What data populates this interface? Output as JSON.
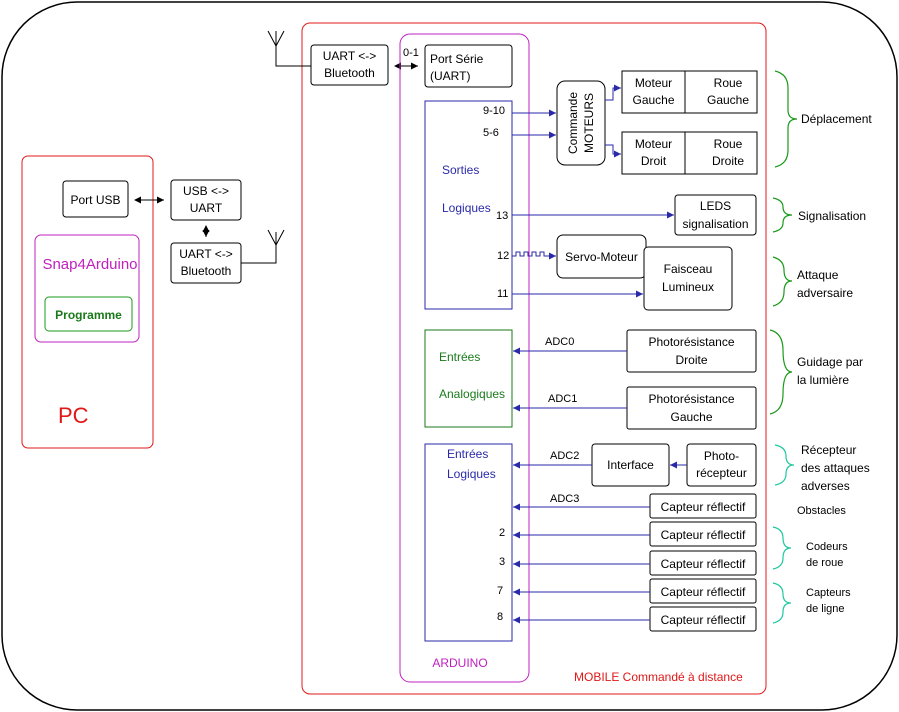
{
  "pc": {
    "title": "PC",
    "port_usb": "Port USB",
    "usb_uart": [
      "USB <->",
      "UART"
    ],
    "uart_bt": [
      "UART <->",
      "Bluetooth"
    ],
    "snap": "Snap4Arduino",
    "programme": "Programme"
  },
  "mobile": {
    "caption": "MOBILE Commandé à distance",
    "uart_bt": [
      "UART <->",
      "Bluetooth"
    ],
    "port_serie": [
      "Port Série",
      "(UART)"
    ],
    "pins_01": "0-1"
  },
  "arduino": {
    "caption": "ARDUINO",
    "sorties": [
      "Sorties",
      "Logiques"
    ],
    "entrees_ana": [
      "Entrées",
      "Analogiques"
    ],
    "entrees_log": [
      "Entrées",
      "Logiques"
    ],
    "pins": {
      "p910": "9-10",
      "p56": "5-6",
      "p13": "13",
      "p12": "12",
      "p11": "11",
      "adc0": "ADC0",
      "adc1": "ADC1",
      "adc2": "ADC2",
      "adc3": "ADC3",
      "p2": "2",
      "p3": "3",
      "p7": "7",
      "p8": "8"
    }
  },
  "components": {
    "commande": [
      "Commande",
      "MOTEURS"
    ],
    "moteur_g": [
      "Moteur",
      "Gauche"
    ],
    "roue_g": [
      "Roue",
      "Gauche"
    ],
    "moteur_d": [
      "Moteur",
      "Droit"
    ],
    "roue_d": [
      "Roue",
      "Droite"
    ],
    "leds": [
      "LEDS",
      "signalisation"
    ],
    "servo": "Servo-Moteur",
    "faisceau": [
      "Faisceau",
      "Lumineux"
    ],
    "photo_d": [
      "Photorésistance",
      "Droite"
    ],
    "photo_g": [
      "Photorésistance",
      "Gauche"
    ],
    "interface": "Interface",
    "photo_rec": [
      "Photo-",
      "récepteur"
    ],
    "capteur": "Capteur réflectif"
  },
  "groups": {
    "deplacement": "Déplacement",
    "signalisation": "Signalisation",
    "attaque": [
      "Attaque",
      "adversaire"
    ],
    "guidage": [
      "Guidage par",
      "la lumière"
    ],
    "recepteur": [
      "Récepteur",
      "des attaques",
      "adverses"
    ],
    "obstacles": "Obstacles",
    "codeurs": [
      "Codeurs",
      "de roue"
    ],
    "capteurs_ligne": [
      "Capteurs",
      "de ligne"
    ]
  },
  "colors": {
    "red": "#e01818",
    "magenta": "#c020c0",
    "green": "#1a7a1a",
    "blue": "#2a2aa8",
    "teal": "#20c8a0"
  }
}
